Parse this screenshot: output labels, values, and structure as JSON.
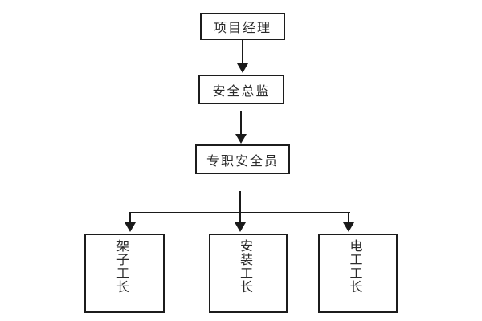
{
  "diagram": {
    "type": "org-flowchart",
    "colors": {
      "background": "#ffffff",
      "line": "#1a1a1a",
      "text": "#2b2b2b"
    },
    "nodes": {
      "project_manager": {
        "label": "项目经理"
      },
      "safety_director": {
        "label": "安全总监"
      },
      "safety_officer": {
        "label": "专职安全员"
      },
      "scaffold_foreman": {
        "label": "架子工长"
      },
      "install_foreman": {
        "label": "安装工长"
      },
      "electrician_foreman": {
        "label": "电工工长"
      }
    },
    "edges": [
      {
        "from": "project_manager",
        "to": "safety_director"
      },
      {
        "from": "safety_director",
        "to": "safety_officer"
      },
      {
        "from": "safety_officer",
        "to": "scaffold_foreman"
      },
      {
        "from": "safety_officer",
        "to": "install_foreman"
      },
      {
        "from": "safety_officer",
        "to": "electrician_foreman"
      }
    ]
  }
}
